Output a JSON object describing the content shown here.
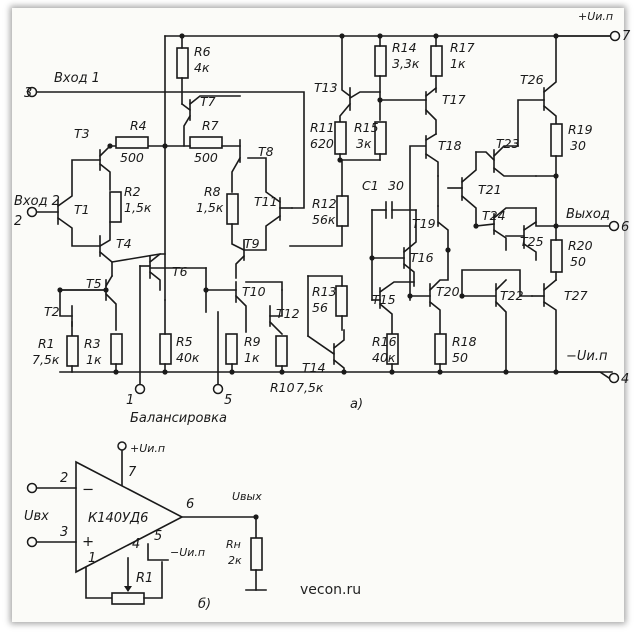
{
  "diagram_a": {
    "caption": "а)",
    "supply_positive": "+Uи.п",
    "supply_negative": "−Uи.п",
    "pin_3": "3",
    "pin_2": "2",
    "pin_7": "7",
    "pin_6": "6",
    "pin_4": "4",
    "pin_1": "1",
    "pin_5": "5",
    "input_1": "Вход 1",
    "input_2": "Вход 2",
    "output": "Выход",
    "balance": "Балансировка",
    "transistors": {
      "T1": "T1",
      "T2": "T2",
      "T3": "T3",
      "T4": "T4",
      "T5": "T5",
      "T6": "T6",
      "T7": "T7",
      "T8": "T8",
      "T9": "T9",
      "T10": "T10",
      "T11": "T11",
      "T12": "T12",
      "T13": "T13",
      "T14": "T14",
      "T15": "T15",
      "T16": "T16",
      "T17": "T17",
      "T18": "T18",
      "T19": "T19",
      "T20": "T20",
      "T21": "T21",
      "T22": "T22",
      "T23": "T23",
      "T24": "T24",
      "T25": "T25",
      "T26": "T26",
      "T27": "T27"
    },
    "resistors": {
      "R1": {
        "name": "R1",
        "value": "7,5к"
      },
      "R2": {
        "name": "R2",
        "value": "1,5к"
      },
      "R3": {
        "name": "R3",
        "value": "1к"
      },
      "R4": {
        "name": "R4",
        "value": "500"
      },
      "R5": {
        "name": "R5",
        "value": "40к"
      },
      "R6": {
        "name": "R6",
        "value": "4к"
      },
      "R7": {
        "name": "R7",
        "value": "500"
      },
      "R8": {
        "name": "R8",
        "value": "1,5к"
      },
      "R9": {
        "name": "R9",
        "value": "1к"
      },
      "R10": {
        "name": "R10",
        "value": "7,5к"
      },
      "R11": {
        "name": "R11",
        "value": "620"
      },
      "R12": {
        "name": "R12",
        "value": "56к"
      },
      "R13": {
        "name": "R13",
        "value": "56"
      },
      "R14": {
        "name": "R14",
        "value": "3,3к"
      },
      "R15": {
        "name": "R15",
        "value": "3к"
      },
      "R16": {
        "name": "R16",
        "value": "40к"
      },
      "R17": {
        "name": "R17",
        "value": "1к"
      },
      "R18": {
        "name": "R18",
        "value": "50"
      },
      "R19": {
        "name": "R19",
        "value": "30"
      },
      "R20": {
        "name": "R20",
        "value": "50"
      }
    },
    "capacitor": {
      "name": "C1",
      "value": "30"
    }
  },
  "diagram_b": {
    "caption": "б)",
    "chip": "К140УД6",
    "supply_positive": "+Uи.п",
    "supply_negative": "−Uи.п",
    "u_in": "Uвх",
    "u_out": "Uвых",
    "minus": "−",
    "plus": "+",
    "pin_2": "2",
    "pin_3": "3",
    "pin_7": "7",
    "pin_6": "6",
    "pin_4": "4",
    "pin_5": "5",
    "pin_1": "1",
    "r1": "R1",
    "rload_name": "Rн",
    "rload_value": "2к"
  },
  "watermark": "vecon.ru"
}
